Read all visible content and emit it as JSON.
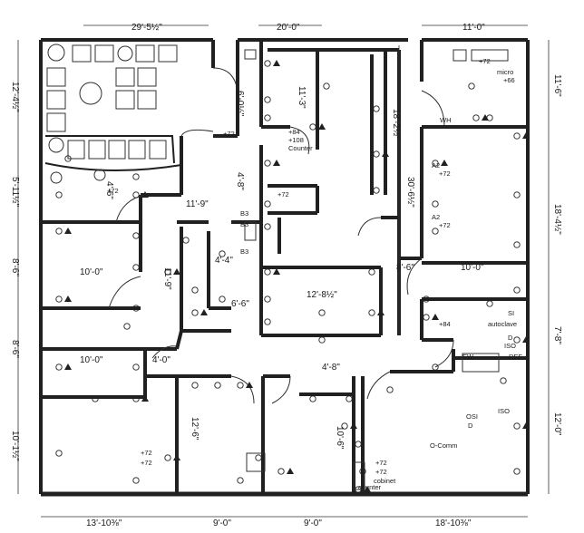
{
  "dimensions": {
    "top": {
      "reception": "29'-5½\"",
      "corridor": "20'-0\"",
      "right": "11'-0\""
    },
    "left": {
      "reception": "12'-4½\"",
      "waiting_low": "5'-11½\"",
      "office1": "8'-6\"",
      "office2": "8'-6\"",
      "office3": "10'-1½\""
    },
    "right": {
      "top": "11'-6\"",
      "upper": "18'-4½\"",
      "mid": "7'-8\"",
      "low": "12'-0\""
    },
    "bottom": {
      "b1": "13'-10⅜\"",
      "b2": "9'-0\"",
      "b3": "9'-0\"",
      "b4": "18'-10⅜\""
    },
    "interior": {
      "d1": "6'-0½\"",
      "d2": "11'-3\"",
      "d3": "18'-2½\"",
      "d4": "30'-6½\"",
      "d5": "4'-8\"",
      "d6": "11'-9\"",
      "d7": "11'-9\"",
      "d8": "4'-4\"",
      "d9": "6'-6\"",
      "d10": "4'-6\"",
      "d11": "10'-0\"",
      "d12": "10'-0\"",
      "d13": "4'-0\"",
      "d14": "12'-8½\"",
      "d15": "8'-6\"",
      "d16": "10'-0\"",
      "d17": "4'-8\"",
      "d18": "12'-6\"",
      "d19": "10'-6\""
    }
  },
  "labels": {
    "counter": "Counter",
    "counter_plus84": "+84",
    "counter_plus108": "+108",
    "plus72_a": "+72",
    "plus72_b": "+72",
    "micro": "micro",
    "micro_plus66": "+66",
    "micro_plus72": "+72",
    "wh": "WH",
    "a2_1": "A2",
    "a2_1_plus72": "+72",
    "a2_2": "A2",
    "a2_2_plus72": "+72",
    "si": "SI",
    "autoclave": "autoclave",
    "plus84_low": "+84",
    "d_mark": "D",
    "iso": "ISO",
    "ew": "EW",
    "ref": "REF",
    "iso2": "ISO",
    "osi": "OSI",
    "d_mark2": "D",
    "ocomm": "O-Comm",
    "plus72_c": "+72",
    "plus72_d": "+72",
    "cab_plus72_1": "+72",
    "cab_plus72_2": "+72",
    "cabinet": "cobinet",
    "counter_low": "counter",
    "b3": "B3",
    "b3b": "B3",
    "b3c": "B3",
    "plus72_mid": "+72"
  },
  "colors": {
    "ink": "#202020",
    "paper": "#ffffff"
  }
}
